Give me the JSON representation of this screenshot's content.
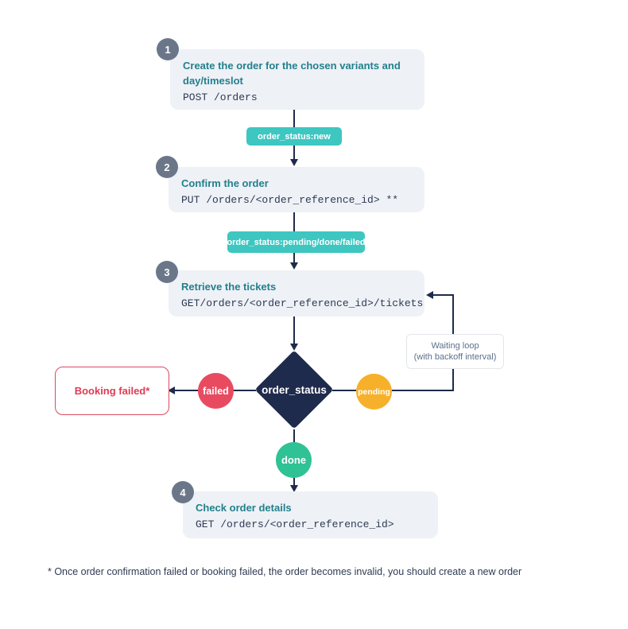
{
  "diagram": {
    "steps": [
      {
        "number": "1",
        "title": "Create the order for the chosen variants and day/timeslot",
        "code": "POST /orders"
      },
      {
        "number": "2",
        "title": "Confirm the order",
        "code": "PUT /orders/<order_reference_id> **"
      },
      {
        "number": "3",
        "title": "Retrieve the tickets",
        "code": "GET/orders/<order_reference_id>/tickets"
      },
      {
        "number": "4",
        "title": "Check order details",
        "code": "GET /orders/<order_reference_id>"
      }
    ],
    "badges": [
      {
        "label": "order_status:new"
      },
      {
        "label": "order_status:pending/done/failed"
      }
    ],
    "decision": {
      "label": "order_status"
    },
    "branches": {
      "failed": "failed",
      "pending": "pending",
      "done": "done"
    },
    "booking_failed_label": "Booking failed*",
    "waiting_loop": {
      "line1": "Waiting loop",
      "line2": "(with backoff interval)"
    },
    "footnote": "* Once order confirmation failed or booking failed, the order becomes invalid, you should create a new order",
    "colors": {
      "badge_teal": "#3ec6c1",
      "diamond_navy": "#1f2b4d",
      "failed_red": "#e84b60",
      "pending_yellow": "#f6b02a",
      "done_green": "#2fc294",
      "step_number_gray": "#6b7789",
      "step_box_bg": "#eef1f6",
      "step_title_teal": "#22808c",
      "line_navy": "#1e2b4a",
      "booking_failed_red": "#e03a52"
    }
  }
}
